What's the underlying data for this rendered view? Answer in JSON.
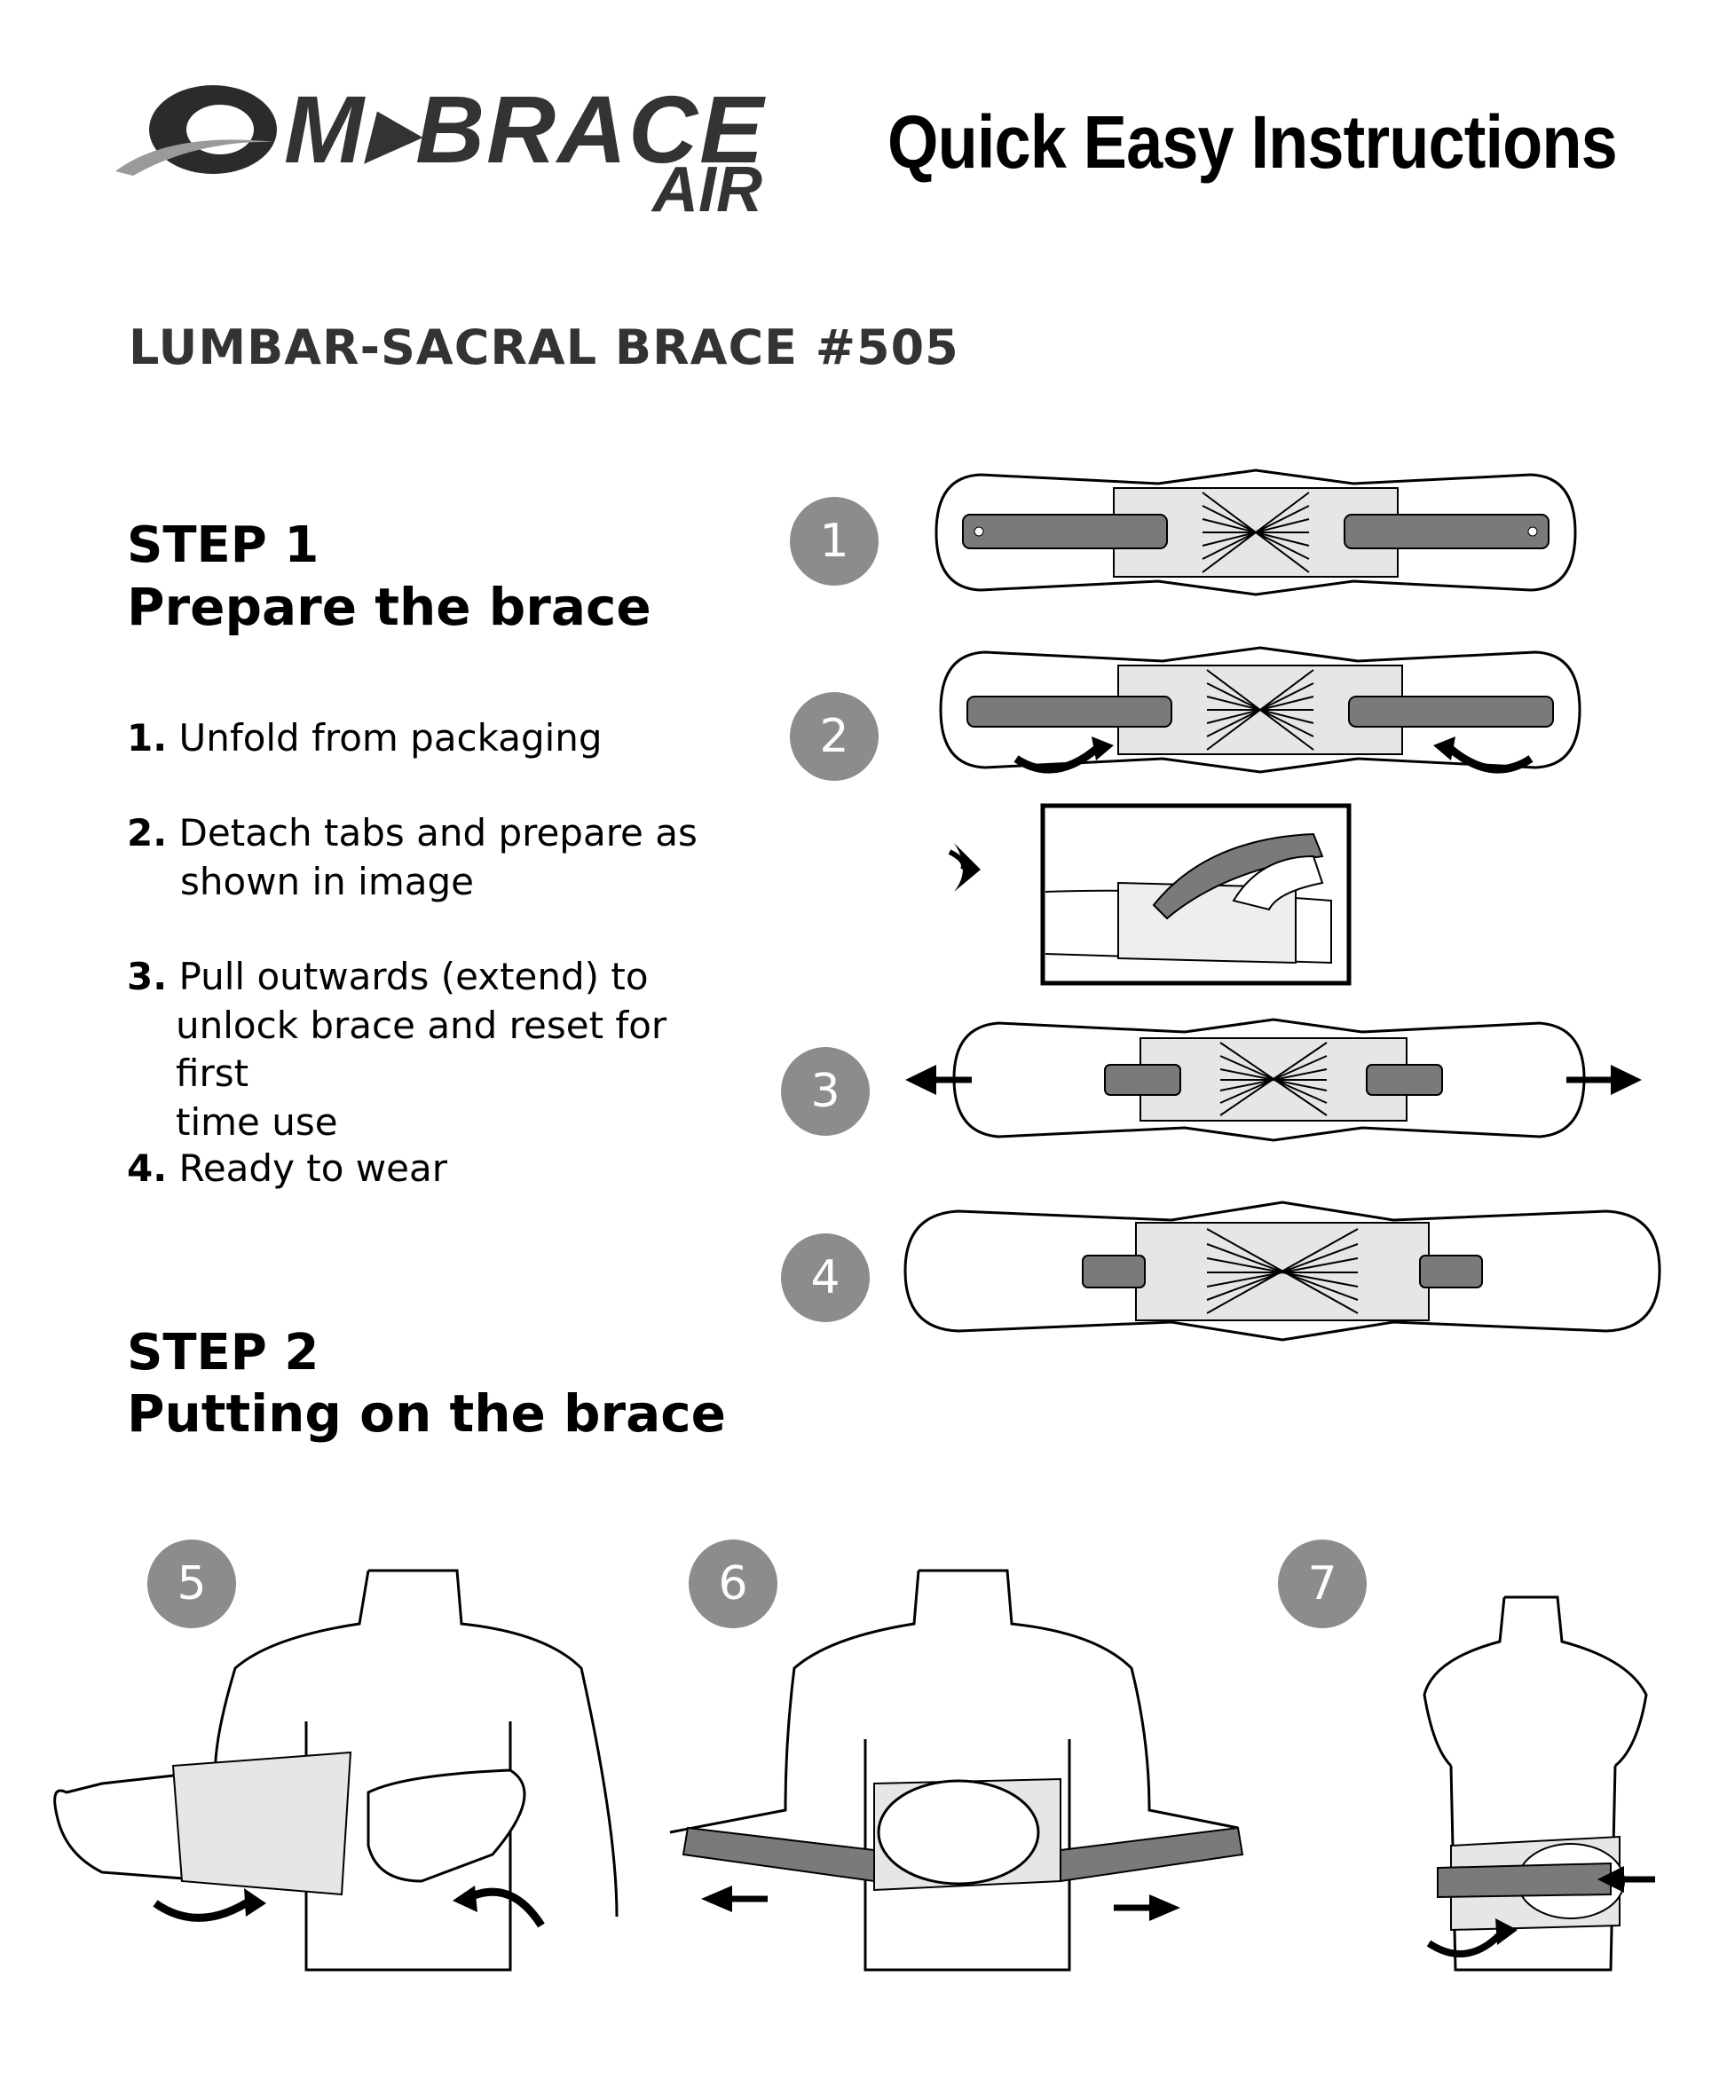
{
  "header": {
    "logo_text": "M▸BRACE",
    "logo_sub": "AIR",
    "title": "Quick Easy Instructions"
  },
  "product": "LUMBAR-SACRAL BRACE #505",
  "step1": {
    "label": "STEP 1",
    "title": "Prepare the brace",
    "items": [
      {
        "num": "1.",
        "text": "Unfold from packaging"
      },
      {
        "num": "2.",
        "line1": "Detach tabs and prepare as",
        "line2": "shown in image"
      },
      {
        "num": "3.",
        "line1": "Pull outwards (extend) to",
        "line2": "unlock brace and reset for first",
        "line3": "time use"
      },
      {
        "num": "4.",
        "text": "Ready to wear"
      }
    ]
  },
  "step2": {
    "label": "STEP 2",
    "title": "Putting on the brace"
  },
  "badges": [
    "1",
    "2",
    "3",
    "4",
    "5",
    "6",
    "7"
  ],
  "colors": {
    "badge": "#8c8c8c",
    "tab": "#7a7a7a",
    "brace_panel": "#e6e6e6"
  }
}
